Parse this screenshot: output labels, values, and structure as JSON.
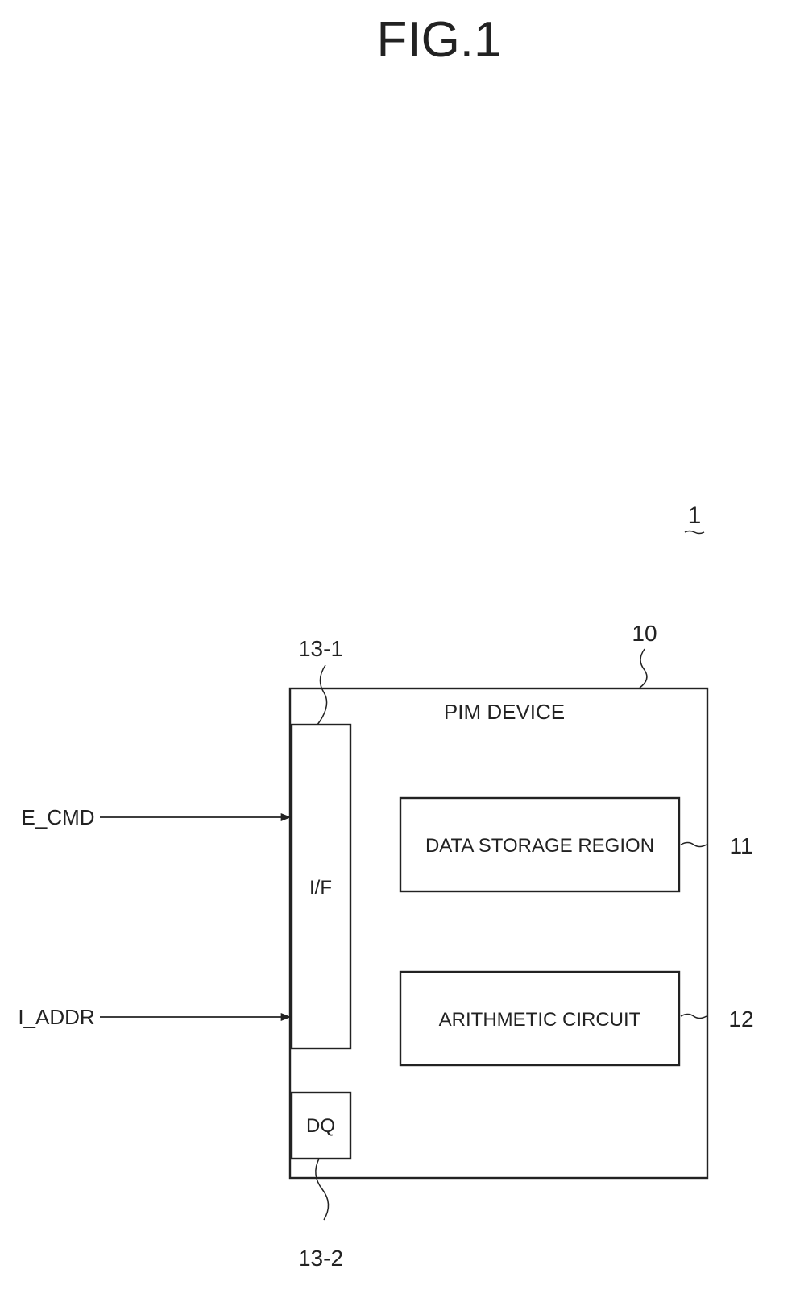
{
  "figure_title": "FIG.1",
  "system_ref": "1",
  "device": {
    "label": "PIM DEVICE",
    "ref": "10"
  },
  "interface": {
    "label": "I/F",
    "ref": "13-1"
  },
  "dq_pad": {
    "label": "DQ",
    "ref": "13-2"
  },
  "data_storage": {
    "label": "DATA STORAGE REGION",
    "ref": "11"
  },
  "arithmetic": {
    "label": "ARITHMETIC CIRCUIT",
    "ref": "12"
  },
  "inputs": {
    "command": "E_CMD",
    "address": "I_ADDR"
  }
}
